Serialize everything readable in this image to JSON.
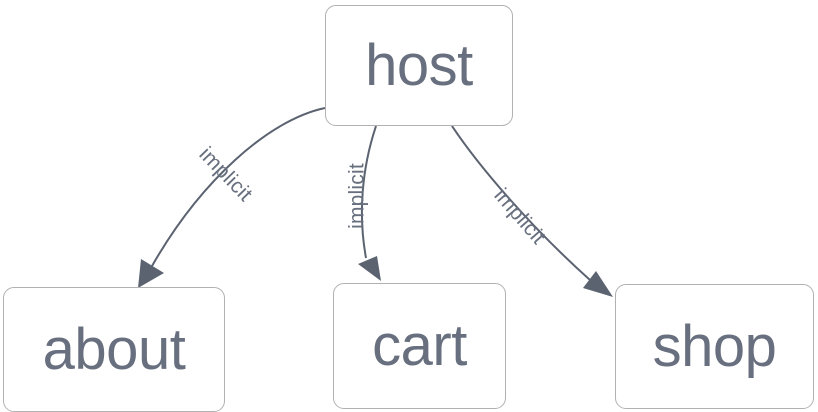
{
  "diagram": {
    "type": "flowchart",
    "background_color": "#ffffff",
    "node_border_color": "#b1b1b1",
    "node_fill_color": "#ffffff",
    "node_text_color": "#68707f",
    "edge_color": "#5b6371",
    "edge_label_color": "#68707f",
    "nodes": [
      {
        "id": "host",
        "label": "host"
      },
      {
        "id": "about",
        "label": "about"
      },
      {
        "id": "cart",
        "label": "cart"
      },
      {
        "id": "shop",
        "label": "shop"
      }
    ],
    "edges": [
      {
        "from": "host",
        "to": "about",
        "label": "implicit",
        "arrow": "arrowhead-icon"
      },
      {
        "from": "host",
        "to": "cart",
        "label": "implicit",
        "arrow": "arrowhead-icon"
      },
      {
        "from": "host",
        "to": "shop",
        "label": "implicit",
        "arrow": "arrowhead-icon"
      }
    ]
  }
}
